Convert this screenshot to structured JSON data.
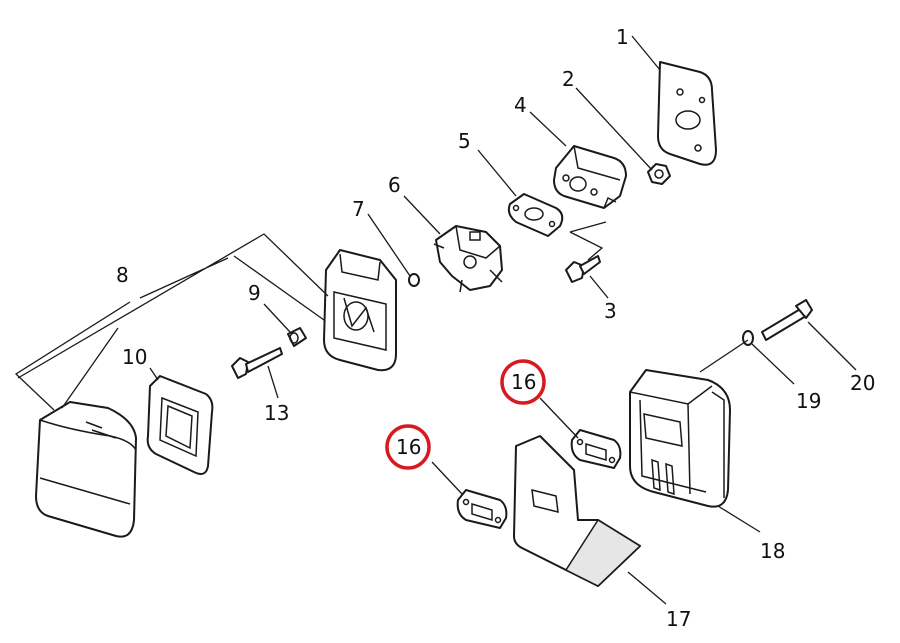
{
  "diagram": {
    "callouts": [
      {
        "id": "c1",
        "label": "1"
      },
      {
        "id": "c2",
        "label": "2"
      },
      {
        "id": "c3",
        "label": "3"
      },
      {
        "id": "c4",
        "label": "4"
      },
      {
        "id": "c5",
        "label": "5"
      },
      {
        "id": "c6",
        "label": "6"
      },
      {
        "id": "c7",
        "label": "7"
      },
      {
        "id": "c8",
        "label": "8"
      },
      {
        "id": "c9",
        "label": "9"
      },
      {
        "id": "c10",
        "label": "10"
      },
      {
        "id": "c13",
        "label": "13"
      },
      {
        "id": "c16a",
        "label": "16"
      },
      {
        "id": "c16b",
        "label": "16"
      },
      {
        "id": "c17",
        "label": "17"
      },
      {
        "id": "c18",
        "label": "18"
      },
      {
        "id": "c19",
        "label": "19"
      },
      {
        "id": "c20",
        "label": "20"
      }
    ],
    "highlight_color": "#d71920"
  }
}
